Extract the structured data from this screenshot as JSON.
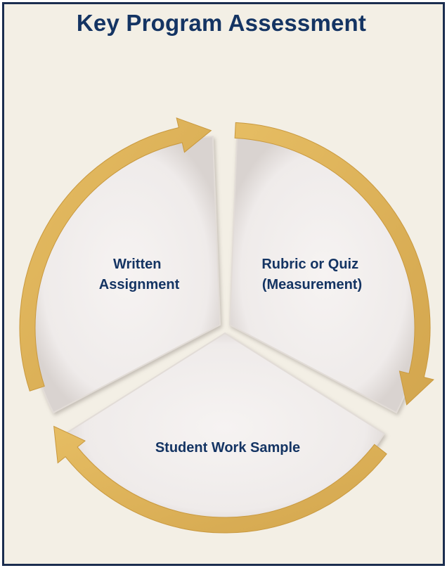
{
  "title": "Key Program Assessment",
  "segments": [
    {
      "line1": "Written",
      "line2": "Assignment"
    },
    {
      "line1": "Rubric or Quiz",
      "line2": "(Measurement)"
    },
    {
      "line1": "Student Work Sample",
      "line2": ""
    }
  ],
  "colors": {
    "border": "#1b2d4f",
    "background": "#f3efe5",
    "arrow": "#deb25a",
    "segment": "#f2efee",
    "title_text": "#143463"
  }
}
